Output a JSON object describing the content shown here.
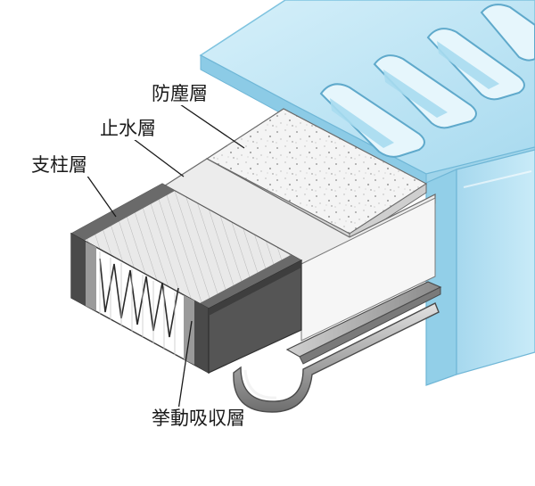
{
  "labels": {
    "dustproof_layer": "防塵層",
    "waterproof_layer": "止水層",
    "support_layer": "支柱層",
    "absorption_layer": "挙動吸収層"
  },
  "colors": {
    "grating": "#b9e3f4",
    "grating_edge": "#7fc3df",
    "support_grey": "#8c8c8c",
    "support_dark": "#5a5a5a",
    "gutter": "#b5b5b5",
    "waterproof": "#e6e6e6",
    "dustproof": "#f3f3f3"
  }
}
